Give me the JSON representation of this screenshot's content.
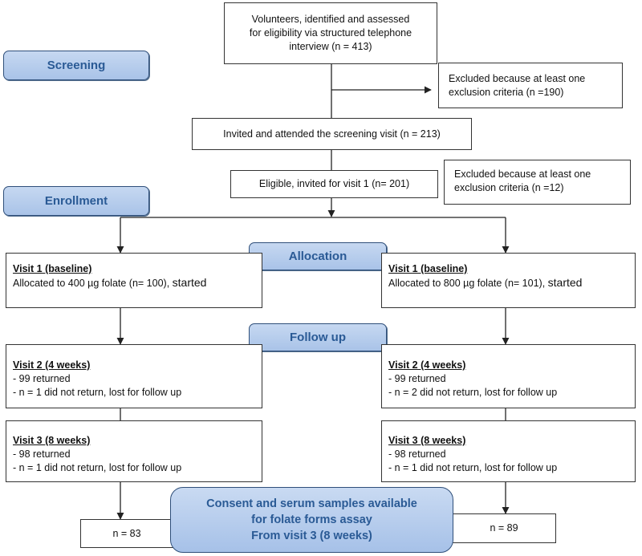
{
  "stages": {
    "screening": "Screening",
    "enrollment": "Enrollment",
    "allocation": "Allocation",
    "follow_up": "Follow up"
  },
  "screening": {
    "volunteers": [
      "Volunteers, identified and assessed",
      "for eligibility via structured telephone",
      "interview (n = 413)"
    ],
    "excluded_1": [
      "Excluded because at least one",
      "exclusion criteria (n =190)"
    ],
    "invited": "Invited  and attended the screening visit  (n = 213)",
    "eligible": "Eligible, invited for visit 1 (n= 201)",
    "excluded_2": [
      "Excluded because at least one",
      "exclusion criteria (n =12)"
    ]
  },
  "left": {
    "visit1_header": "Visit 1 (baseline)",
    "visit1_text": "Allocated to 400 µg folate (n= 100),",
    "visit1_started": "started",
    "visit2_header": "Visit 2 (4 weeks)",
    "visit2_lines": [
      "- 99 returned",
      "- n = 1 did not return,  lost for follow up"
    ],
    "visit3_header": "Visit 3 (8 weeks)",
    "visit3_lines": [
      "- 98 returned",
      "- n = 1 did not return,  lost for follow up"
    ],
    "final": "n = 83"
  },
  "right": {
    "visit1_header": "Visit 1 (baseline)",
    "visit1_text": "Allocated to 800 µg folate (n= 101),",
    "visit1_started": "started",
    "visit2_header": "Visit 2 (4 weeks)",
    "visit2_lines": [
      "- 99 returned",
      "- n = 2 did not return,  lost for follow up"
    ],
    "visit3_header": "Visit 3 (8 weeks)",
    "visit3_lines": [
      "- 98 returned",
      "- n = 1 did not return,  lost for follow up"
    ],
    "final": "n = 89"
  },
  "consent": [
    "Consent and serum samples available",
    "for folate forms assay",
    "From visit 3 (8 weeks)"
  ]
}
